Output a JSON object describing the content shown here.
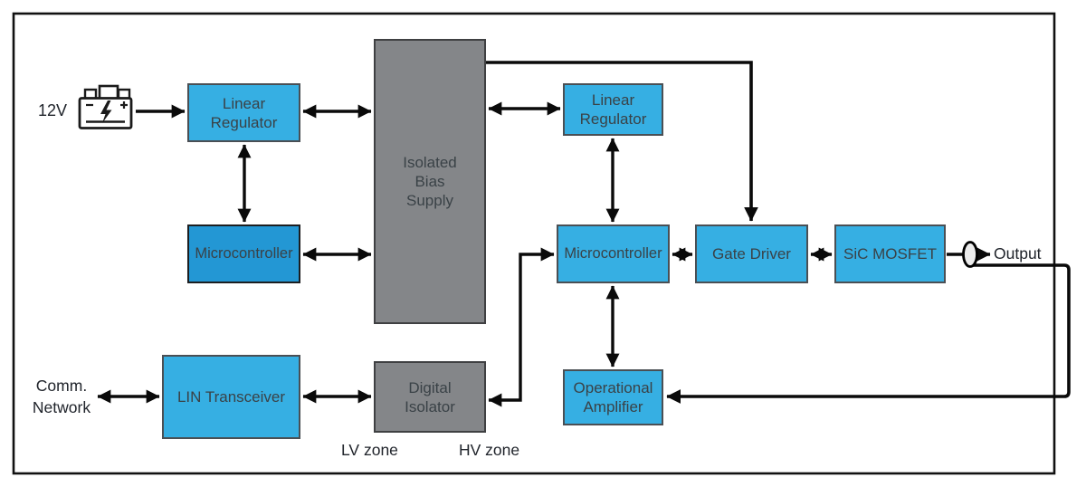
{
  "diagram": {
    "nodes": {
      "linear_regulator_left": {
        "line1": "Linear",
        "line2": "Regulator"
      },
      "microcontroller_left": {
        "line1": "Microcontroller"
      },
      "isolated_bias_supply": {
        "line1": "Isolated",
        "line2": "Bias",
        "line3": "Supply"
      },
      "linear_regulator_right": {
        "line1": "Linear",
        "line2": "Regulator"
      },
      "microcontroller_right": {
        "line1": "Microcontroller"
      },
      "gate_driver": {
        "line1": "Gate Driver"
      },
      "sic_mosfet": {
        "line1": "SiC MOSFET"
      },
      "operational_amplifier": {
        "line1": "Operational",
        "line2": "Amplifier"
      },
      "digital_isolator": {
        "line1": "Digital",
        "line2": "Isolator"
      },
      "lin_transceiver": {
        "line1": "LIN Transceiver"
      }
    },
    "labels": {
      "supply_voltage": "12V",
      "comm_line1": "Comm.",
      "comm_line2": "Network",
      "lv_zone": "LV zone",
      "hv_zone": "HV zone",
      "output": "Output"
    },
    "icons": {
      "battery": "battery-12v-icon",
      "output_connector": "cable-connector-icon"
    },
    "colors": {
      "box_blue": "#36AFE3",
      "box_blue_dark": "#2397D4",
      "box_gray": "#848689",
      "box_border": "#4A4F54",
      "wire_black": "#0a0a0a",
      "label_text": "#3A4247",
      "outer_text": "#20242B"
    }
  }
}
